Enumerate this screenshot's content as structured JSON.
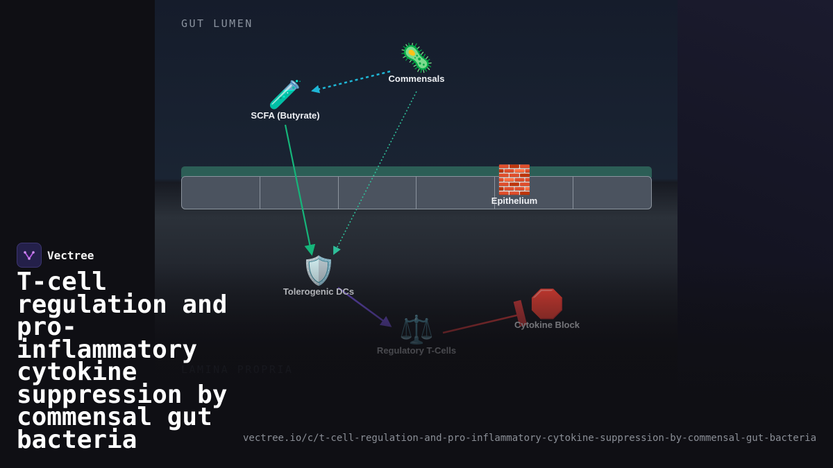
{
  "regions": {
    "top_label": "GUT LUMEN",
    "bottom_label": "LAMINA PROPRIA"
  },
  "nodes": [
    {
      "id": "commensals",
      "icon": "bacteria-icon",
      "glyph": "🦠",
      "label": "Commensals"
    },
    {
      "id": "scfa",
      "icon": "test-tube-icon",
      "glyph": "🧪",
      "label": "SCFA (Butyrate)"
    },
    {
      "id": "epithelium",
      "icon": "brick-wall-icon",
      "glyph": "🧱",
      "label": "Epithelium"
    },
    {
      "id": "dcs",
      "icon": "shield-icon",
      "glyph": "🛡️",
      "label": "Tolerogenic DCs"
    },
    {
      "id": "tregs",
      "icon": "balance-scale-icon",
      "glyph": "⚖️",
      "label": "Regulatory T-Cells"
    },
    {
      "id": "block",
      "icon": "stop-sign-icon",
      "glyph": "🛑",
      "label": "Cytokine Block"
    }
  ],
  "edges": [
    {
      "from": "commensals",
      "to": "scfa",
      "style": "dashed",
      "color": "#1fb6d6"
    },
    {
      "from": "commensals",
      "to": "dcs",
      "style": "dotted",
      "color": "#2fbf9a"
    },
    {
      "from": "scfa",
      "to": "dcs",
      "style": "solid",
      "color": "#16b57a"
    },
    {
      "from": "dcs",
      "to": "tregs",
      "style": "solid",
      "color": "#6a4cc7"
    },
    {
      "from": "tregs",
      "to": "block",
      "style": "inhibit",
      "color": "#d23c3c"
    }
  ],
  "brand": {
    "name": "Vectree",
    "logo_icon": "vectree-logo-icon",
    "accent": "#b15ae0"
  },
  "title": "T-cell regulation and pro-inflammatory cytokine suppression by commensal gut bacteria",
  "url": "vectree.io/c/t-cell-regulation-and-pro-inflammatory-cytokine-suppression-by-commensal-gut-bacteria"
}
